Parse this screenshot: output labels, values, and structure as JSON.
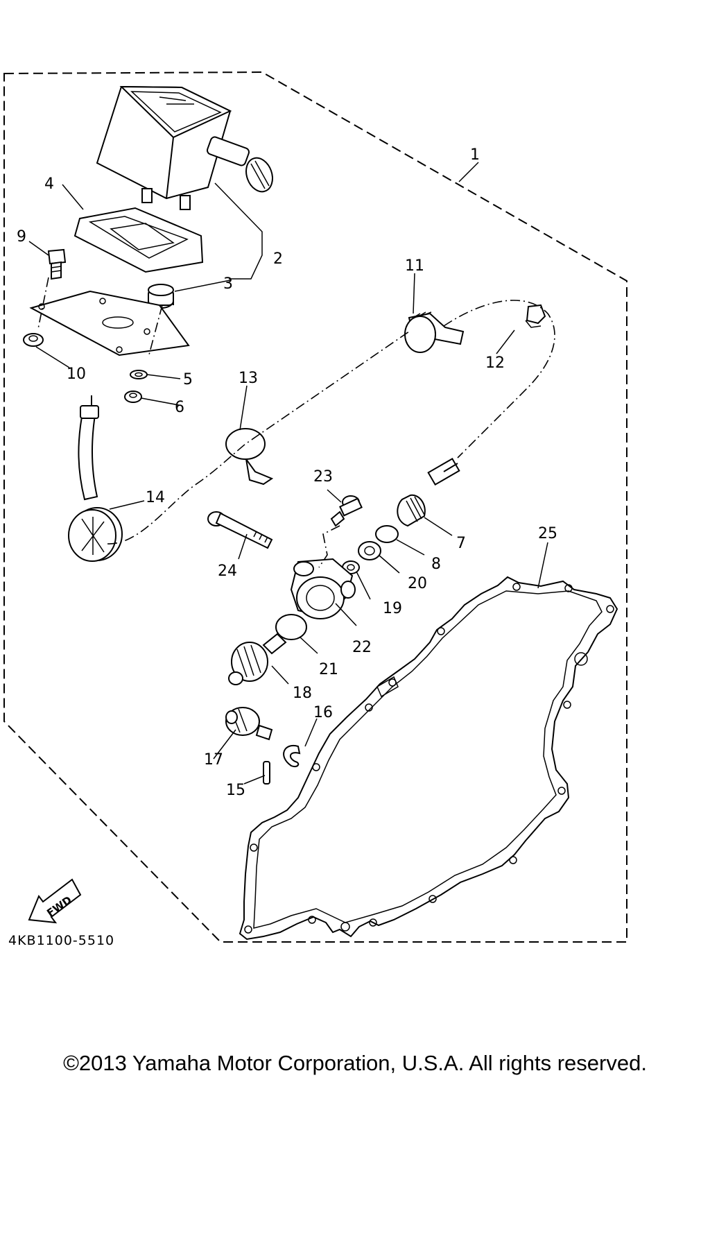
{
  "callouts": {
    "c1": "1",
    "c2": "2",
    "c3": "3",
    "c4": "4",
    "c5": "5",
    "c6": "6",
    "c7": "7",
    "c8": "8",
    "c9": "9",
    "c10": "10",
    "c11": "11",
    "c12": "12",
    "c13": "13",
    "c14": "14",
    "c15": "15",
    "c16": "16",
    "c17": "17",
    "c18": "18",
    "c19": "19",
    "c20": "20",
    "c21": "21",
    "c22": "22",
    "c23": "23",
    "c24": "24",
    "c25": "25"
  },
  "fwd_label": "FWD",
  "diagram_code": "4KB1100-5510",
  "copyright": "©2013 Yamaha Motor Corporation, U.S.A. All rights reserved."
}
